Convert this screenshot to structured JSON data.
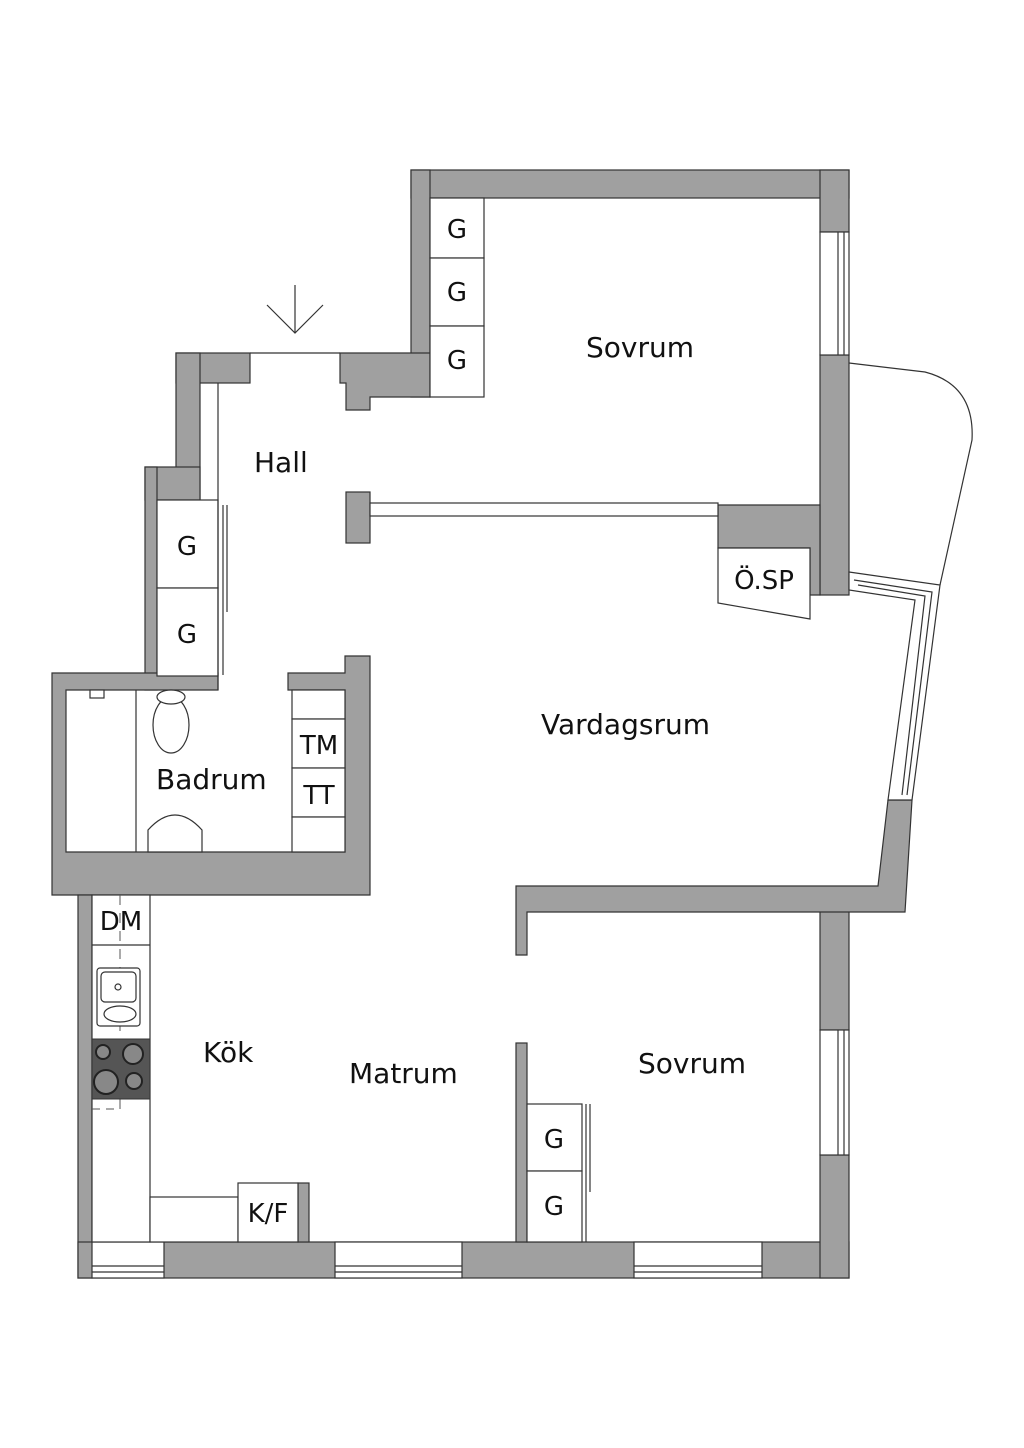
{
  "rooms": {
    "sovrum_top": "Sovrum",
    "hall": "Hall",
    "badrum": "Badrum",
    "vardagsrum": "Vardagsrum",
    "kok": "Kök",
    "matrum": "Matrum",
    "sovrum_bottom": "Sovrum"
  },
  "fixtures": {
    "wardrobe": "G",
    "tm": "TM",
    "tt": "TT",
    "dm": "DM",
    "kf": "K/F",
    "osp": "Ö.SP"
  },
  "colors": {
    "wall": "#a0a0a0",
    "stove": "#555555"
  }
}
